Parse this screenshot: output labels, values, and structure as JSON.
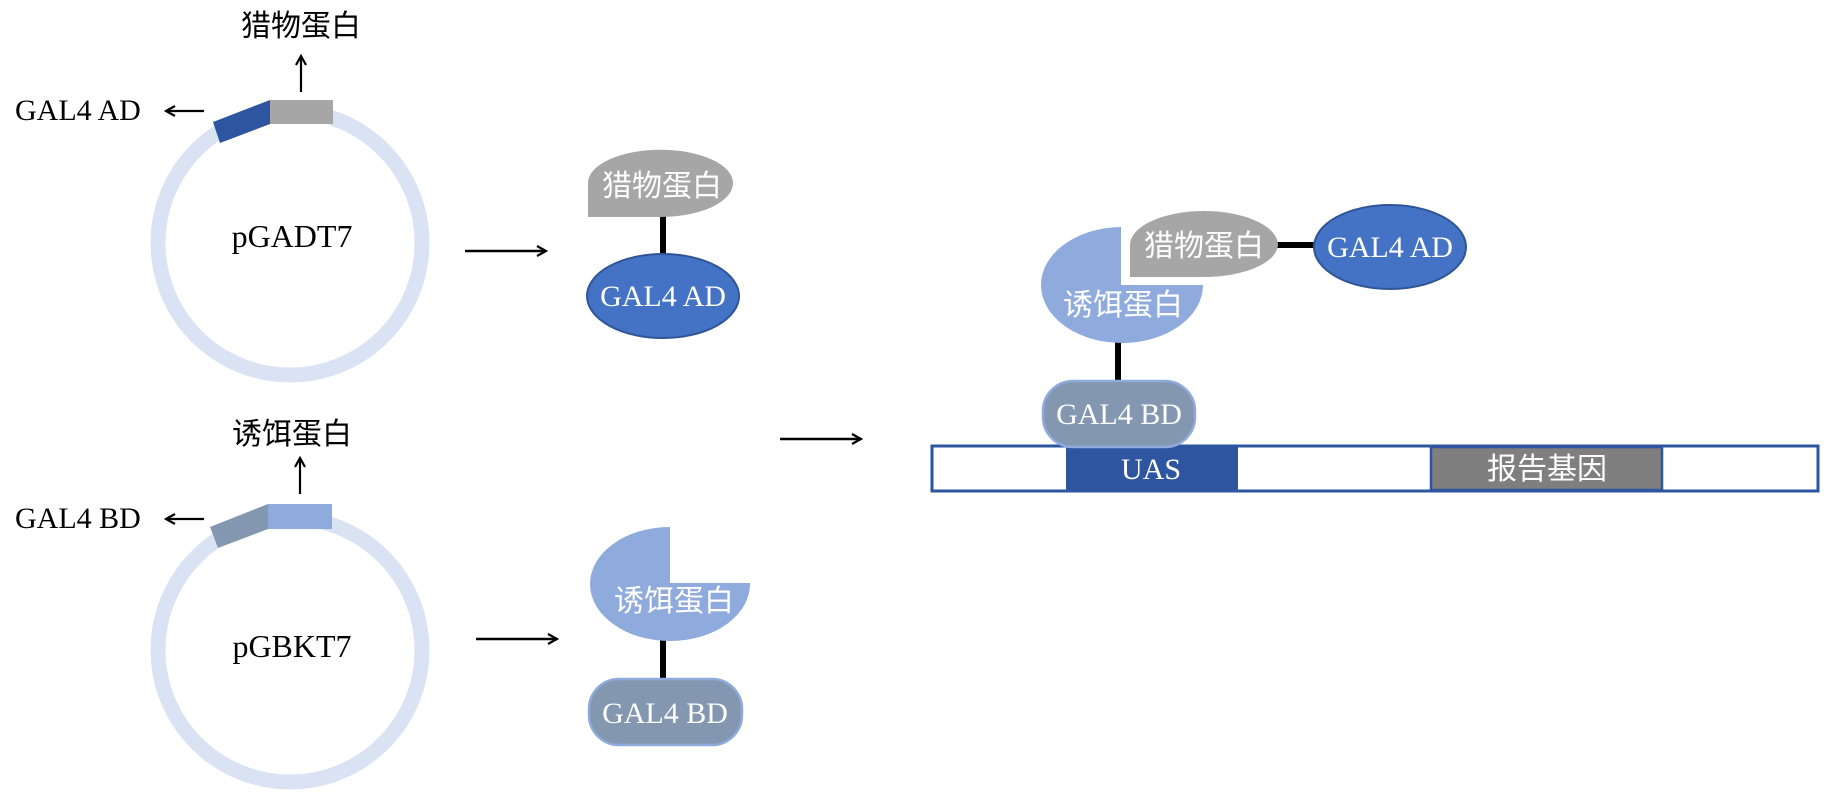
{
  "colors": {
    "plasmid_ring": "#dae3f3",
    "ad_domain": "#2e55a0",
    "prey_insert": "#a6a6a6",
    "bd_domain": "#8497b0",
    "bait_insert": "#8faadc",
    "ad_protein_fill": "#4472c4",
    "ad_protein_border": "#2f5597",
    "bd_protein_border": "#8faadc",
    "uas": "#2e55a0",
    "reporter": "#7f7f7f",
    "dna_border": "#2e55a0",
    "line": "#000000"
  },
  "plasmids": [
    {
      "name": "pGADT7",
      "insert_label": "猎物蛋白",
      "domain_label": "GAL4 AD"
    },
    {
      "name": "pGBKT7",
      "insert_label": "诱饵蛋白",
      "domain_label": "GAL4 BD"
    }
  ],
  "fusions": {
    "prey": {
      "protein": "猎物蛋白",
      "domain": "GAL4 AD"
    },
    "bait": {
      "protein": "诱饵蛋白",
      "domain": "GAL4 BD"
    }
  },
  "complex": {
    "bait": "诱饵蛋白",
    "prey": "猎物蛋白",
    "ad": "GAL4 AD",
    "bd": "GAL4 BD"
  },
  "dna": {
    "uas": "UAS",
    "reporter": "报告基因"
  }
}
